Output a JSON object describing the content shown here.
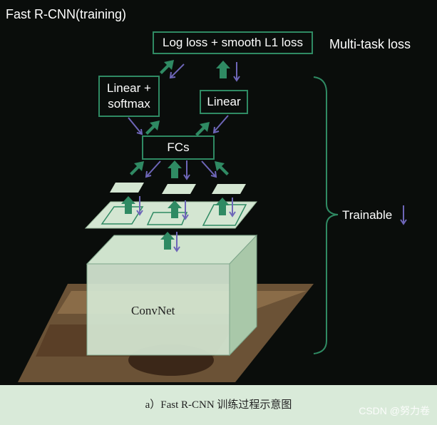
{
  "title": "Fast R-CNN(training)",
  "loss_box": "Log loss + smooth L1 loss",
  "multitask_label": "Multi-task loss",
  "linear_softmax": "Linear +\nsoftmax",
  "linear": "Linear",
  "fcs": "FCs",
  "trainable": "Trainable",
  "convnet": "ConvNet",
  "caption": "a）Fast R-CNN 训练过程示意图",
  "watermark": "CSDN @努力卷",
  "colors": {
    "background": "#0a0d0b",
    "arrow_green": "#2f8a63",
    "arrow_purple": "#6e66b8",
    "layer_fill": "#d4e6d2",
    "caption_bg": "#d9ead9"
  }
}
